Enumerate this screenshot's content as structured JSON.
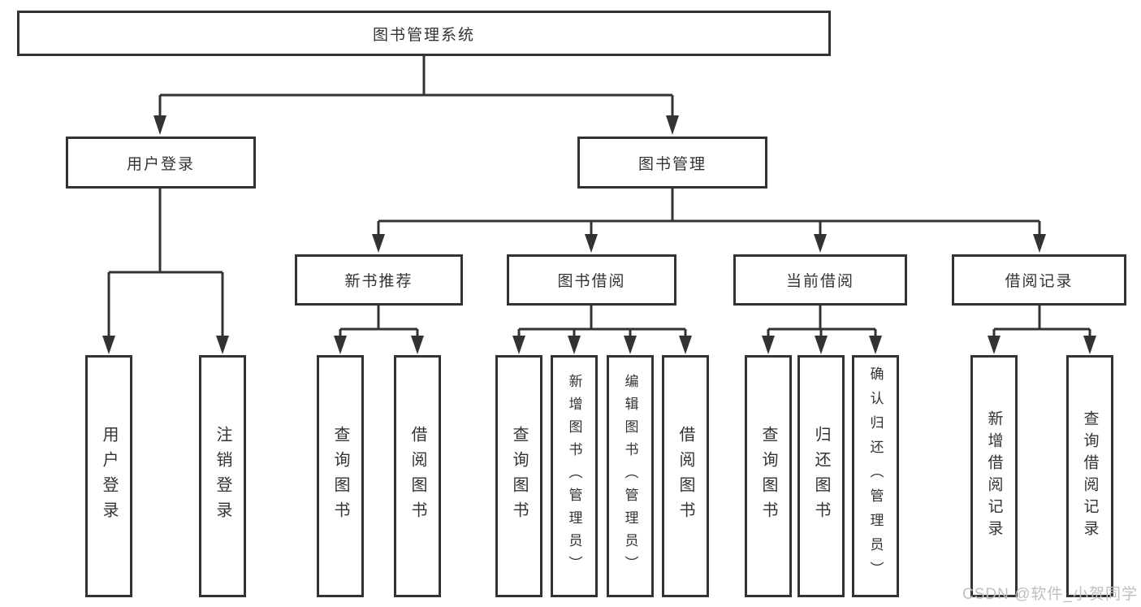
{
  "tree": {
    "label": "图书管理系统",
    "children": [
      {
        "label": "用户登录",
        "children": [
          {
            "label": "用户登录"
          },
          {
            "label": "注销登录"
          }
        ]
      },
      {
        "label": "图书管理",
        "children": [
          {
            "label": "新书推荐",
            "children": [
              {
                "label": "查询图书"
              },
              {
                "label": "借阅图书"
              }
            ]
          },
          {
            "label": "图书借阅",
            "children": [
              {
                "label": "查询图书"
              },
              {
                "label": "新增图书（管理员）"
              },
              {
                "label": "编辑图书（管理员）"
              },
              {
                "label": "借阅图书"
              }
            ]
          },
          {
            "label": "当前借阅",
            "children": [
              {
                "label": "查询图书"
              },
              {
                "label": "归还图书"
              },
              {
                "label": "确认归还（管理员）"
              }
            ]
          },
          {
            "label": "借阅记录",
            "children": [
              {
                "label": "新增借阅记录"
              },
              {
                "label": "查询借阅记录"
              }
            ]
          }
        ]
      }
    ]
  },
  "watermark": {
    "text": "CSDN @软件_小贺同学"
  },
  "colors": {
    "line": "#333333",
    "text": "#333333",
    "watermark": "#bfbfbf",
    "background": "#ffffff"
  }
}
